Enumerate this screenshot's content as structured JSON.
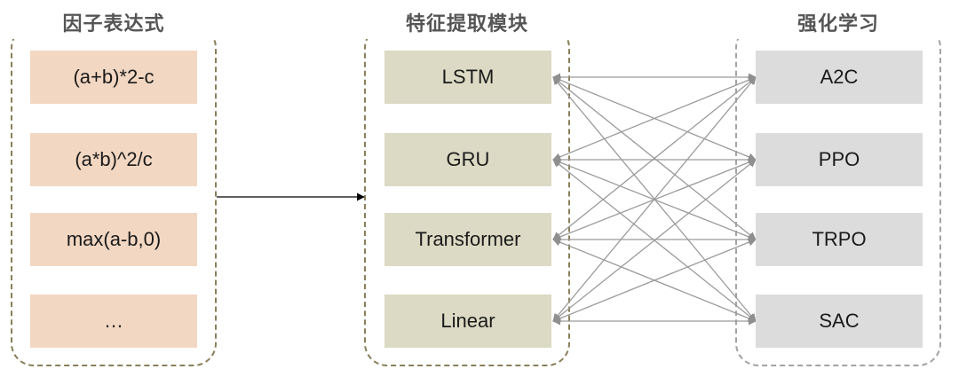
{
  "groups": {
    "factors": {
      "title": "因子表达式",
      "items": [
        "(a+b)*2-c",
        "(a*b)^2/c",
        "max(a-b,0)",
        "…"
      ]
    },
    "features": {
      "title": "特征提取模块",
      "items": [
        "LSTM",
        "GRU",
        "Transformer",
        "Linear"
      ]
    },
    "rl": {
      "title": "强化学习",
      "items": [
        "A2C",
        "PPO",
        "TRPO",
        "SAC"
      ]
    }
  },
  "colors": {
    "factor_fill": "#f2d7c2",
    "feature_fill": "#dcdac4",
    "rl_fill": "#dcdcdc",
    "dashed_border_brown": "#8a7f5a",
    "dashed_border_gray": "#a3a3a3",
    "connector_gray": "#9b9b9b",
    "arrow_black": "#000000"
  }
}
